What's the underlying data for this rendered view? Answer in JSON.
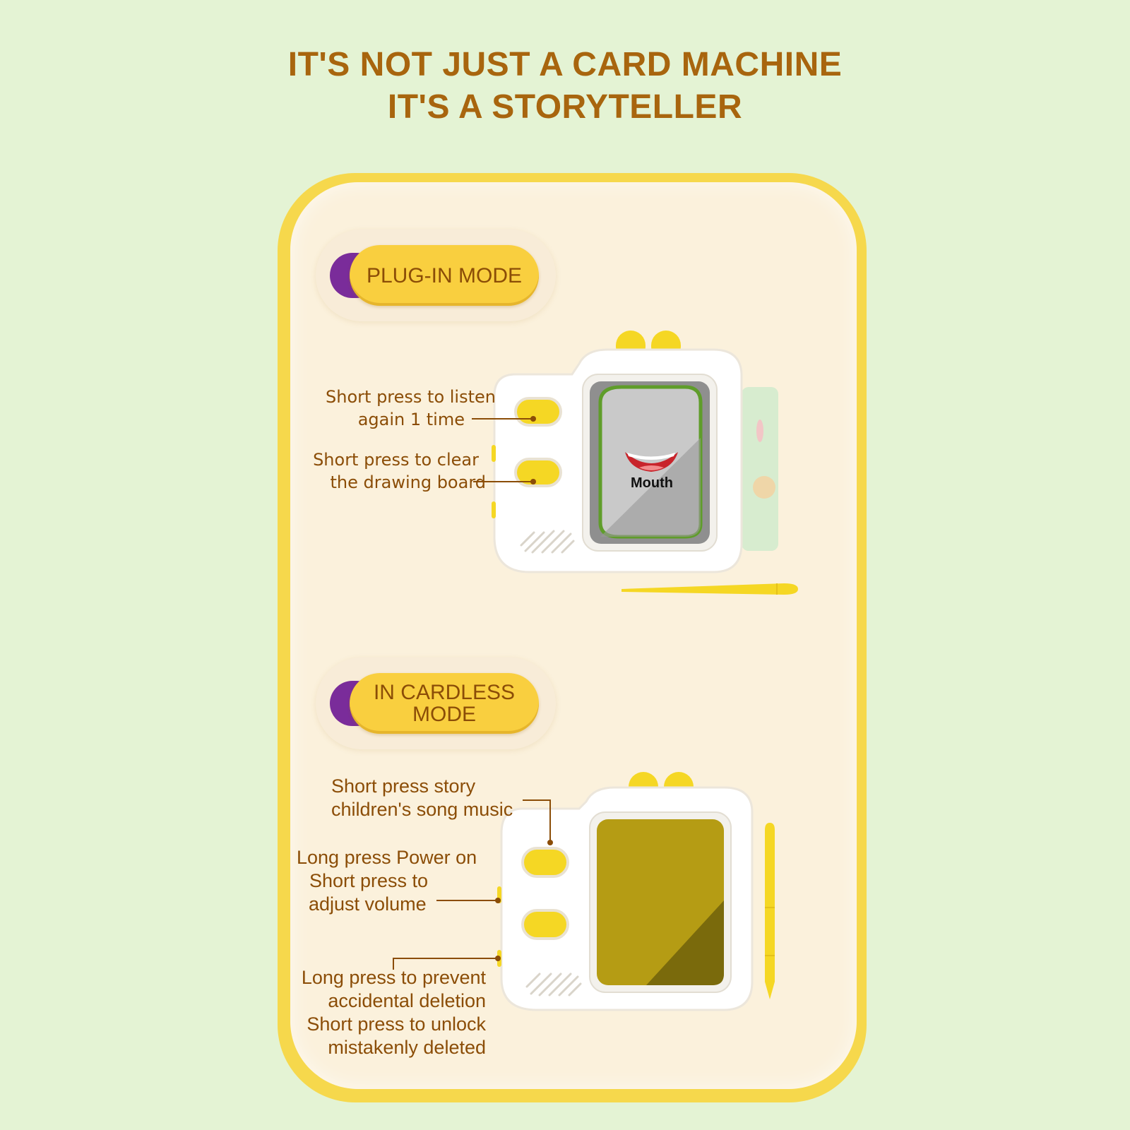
{
  "headline": {
    "line1": "IT'S NOT JUST A CARD MACHINE",
    "line2": "IT'S A STORYTELLER"
  },
  "modes": {
    "plugin": {
      "label": "PLUG-IN MODE"
    },
    "cardless": {
      "label_line1": "IN CARDLESS",
      "label_line2": "MODE"
    }
  },
  "plugin_callouts": {
    "listen_line1": "Short press to listen",
    "listen_line2": "again 1 time",
    "clear_line1": "Short press to clear",
    "clear_line2": "the drawing board"
  },
  "card": {
    "word": "Mouth"
  },
  "cardless_callouts": {
    "story_line1": "Short press story",
    "story_line2": "children's song music",
    "power_line1": "Long press Power on",
    "power_line2": "Short press to",
    "power_line3": "adjust volume",
    "lock_line1": "Long press to prevent",
    "lock_line2": "accidental deletion",
    "lock_line3": "Short press to unlock",
    "lock_line4": "mistakenly deleted"
  },
  "colors": {
    "background": "#e4f3d4",
    "panel_border": "#f6d84c",
    "panel_fill": "#fbf1dc",
    "text_brown": "#8b4d07",
    "button_yellow": "#f5d724",
    "toggle_purple": "#7a2c9a"
  }
}
